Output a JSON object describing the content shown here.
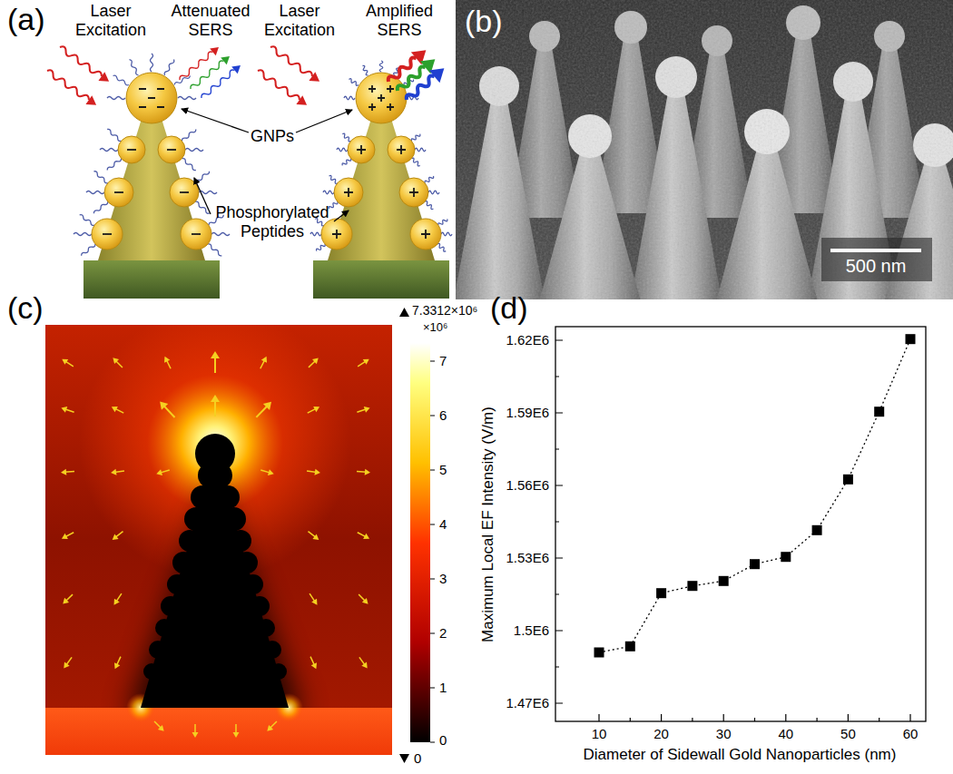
{
  "diagram": {
    "labels": [
      "(a)",
      "Laser Excitation",
      "Attenuated SERS",
      "GNPs",
      "Laser Excitation",
      "Amplified SERS",
      "Phosphorylated Peptides",
      "(b)",
      "500 nm",
      "(c)",
      "7.3312×10⁶",
      "×10⁶",
      "7",
      "6",
      "5",
      "4",
      "3",
      "2",
      "1",
      "0",
      "0",
      "(d)",
      "1.62E6",
      "1.59E6",
      "1.56E6",
      "1.53E6",
      "1.5E6",
      "1.47E6",
      "10",
      "20",
      "30",
      "40",
      "50",
      "60",
      "Maximum Local EF Intensity (V/m)",
      "Diameter of Sidewall Gold Nanoparticles (nm)"
    ]
  }
}
